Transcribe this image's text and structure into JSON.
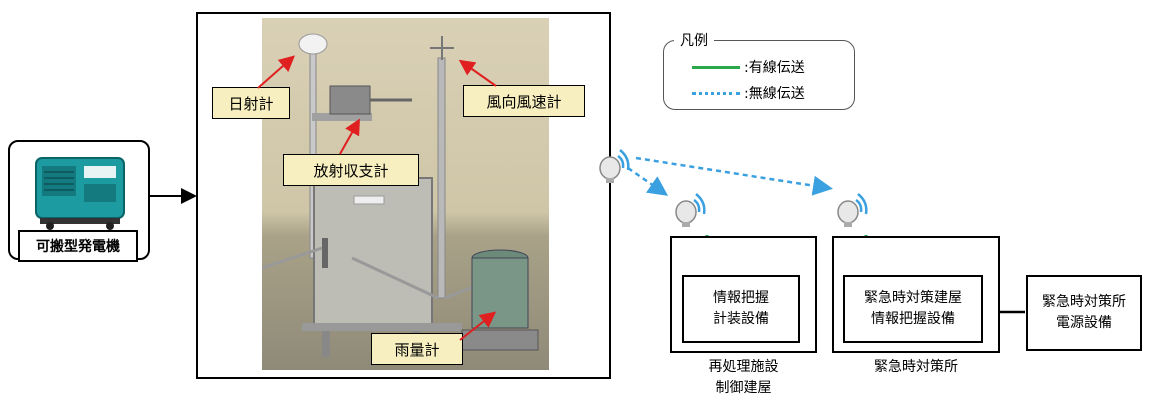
{
  "legend": {
    "title": "凡例",
    "wired": ":有線伝送",
    "wireless": ":無線伝送"
  },
  "colors": {
    "wired": "#2aa84a",
    "wireless": "#3aa0e0"
  },
  "generator": {
    "label": "可搬型発電機"
  },
  "instruments": {
    "pyranometer": "日射計",
    "anemometer": "風向風速計",
    "net_radiometer": "放射収支計",
    "rain_gauge": "雨量計"
  },
  "reprocessing": {
    "box_line1": "情報把握",
    "box_line2": "計装設備",
    "caption_line1": "再処理施設",
    "caption_line2": "制御建屋"
  },
  "emergency": {
    "box_line1": "緊急時対策建屋",
    "box_line2": "情報把握設備",
    "caption": "緊急時対策所"
  },
  "power": {
    "line1": "緊急時対策所",
    "line2": "電源設備"
  },
  "icons": [
    "generator-icon",
    "antenna-icon",
    "antenna-icon",
    "antenna-icon"
  ]
}
